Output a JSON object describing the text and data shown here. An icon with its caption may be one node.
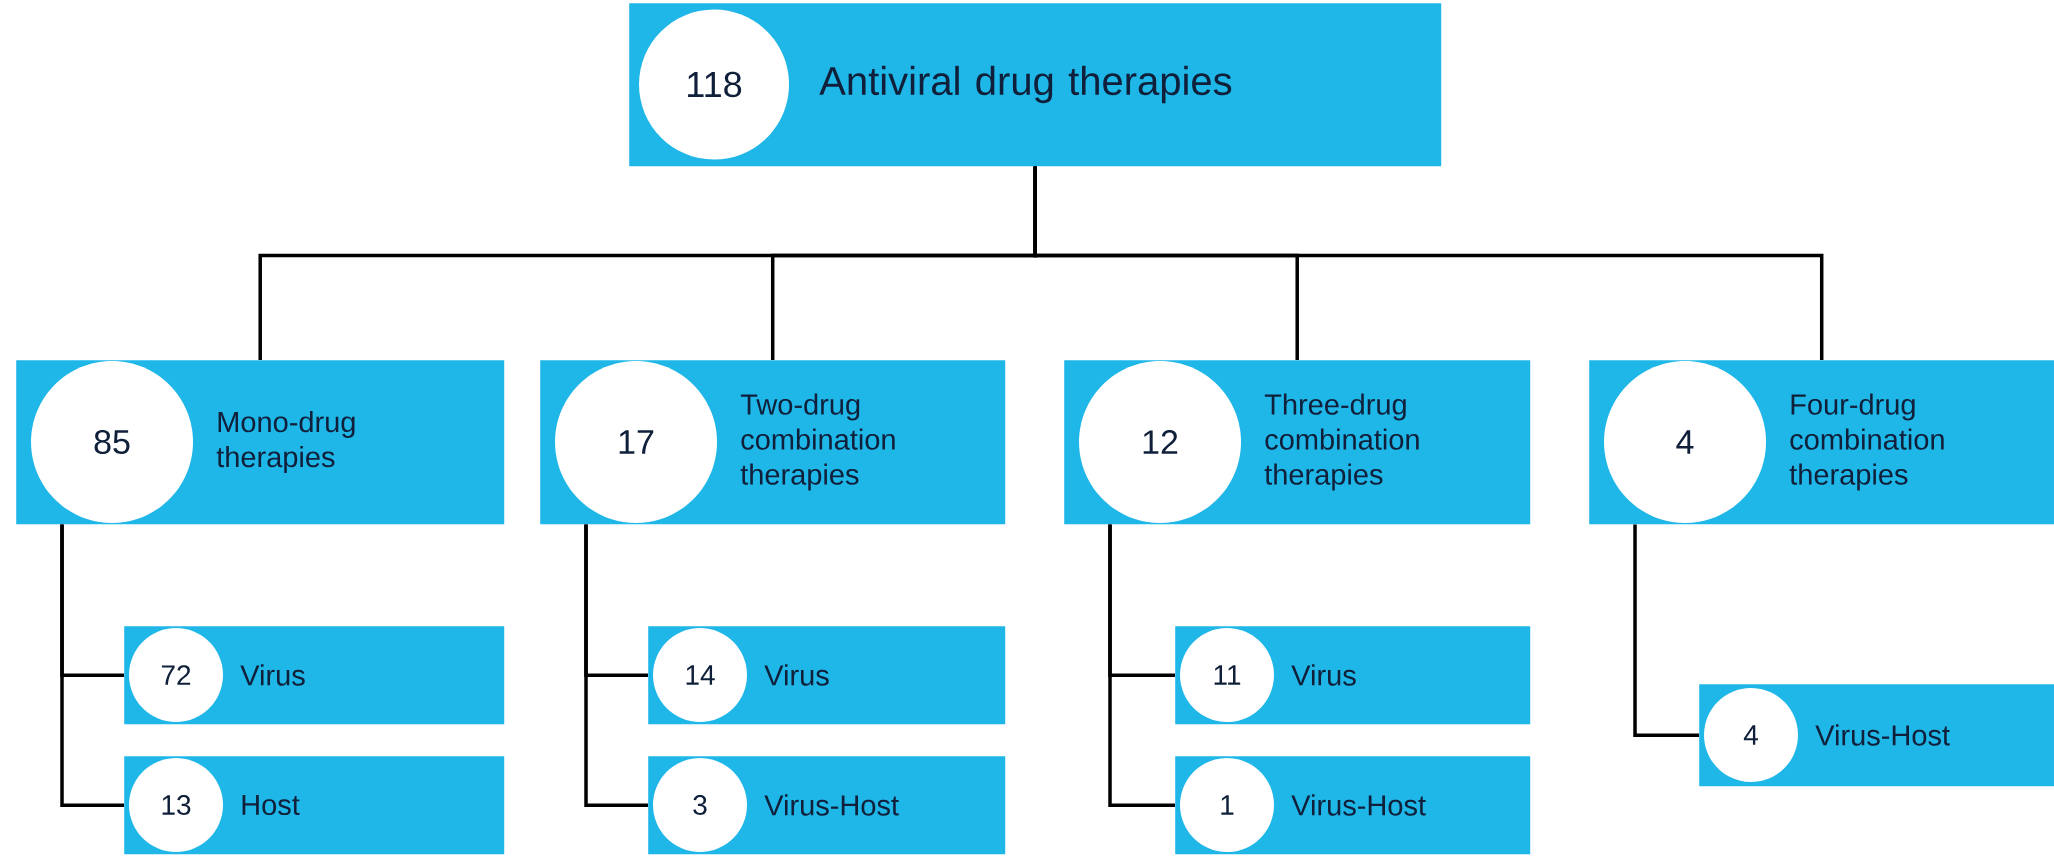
{
  "diagram": {
    "nodes": [
      {
        "text": [
          "118",
          "Antiviral drug therapies"
        ]
      },
      {
        "text": [
          "85",
          "Mono-drug therapies"
        ]
      },
      {
        "text": [
          "17",
          "Two-drug combination therapies"
        ]
      },
      {
        "text": [
          "12",
          "Three-drug combination therapies"
        ]
      },
      {
        "text": [
          "4",
          "Four-drug combination therapies"
        ]
      },
      {
        "text": [
          "72",
          "Virus"
        ]
      },
      {
        "text": [
          "13",
          "Host"
        ]
      },
      {
        "text": [
          "14",
          "Virus"
        ]
      },
      {
        "text": [
          "3",
          "Virus-Host"
        ]
      },
      {
        "text": [
          "11",
          "Virus"
        ]
      },
      {
        "text": [
          "1",
          "Virus-Host"
        ]
      },
      {
        "text": [
          "4",
          "Virus-Host"
        ]
      }
    ],
    "edges": [
      {
        "from": 0,
        "to": 1,
        "arrow": "none"
      },
      {
        "from": 0,
        "to": 2,
        "arrow": "none"
      },
      {
        "from": 0,
        "to": 3,
        "arrow": "none"
      },
      {
        "from": 0,
        "to": 4,
        "arrow": "none"
      },
      {
        "from": 1,
        "to": 5,
        "arrow": "none"
      },
      {
        "from": 1,
        "to": 6,
        "arrow": "none"
      },
      {
        "from": 2,
        "to": 7,
        "arrow": "none"
      },
      {
        "from": 2,
        "to": 8,
        "arrow": "none"
      },
      {
        "from": 3,
        "to": 9,
        "arrow": "none"
      },
      {
        "from": 3,
        "to": 10,
        "arrow": "none"
      },
      {
        "from": 4,
        "to": 11,
        "arrow": "none"
      }
    ]
  }
}
